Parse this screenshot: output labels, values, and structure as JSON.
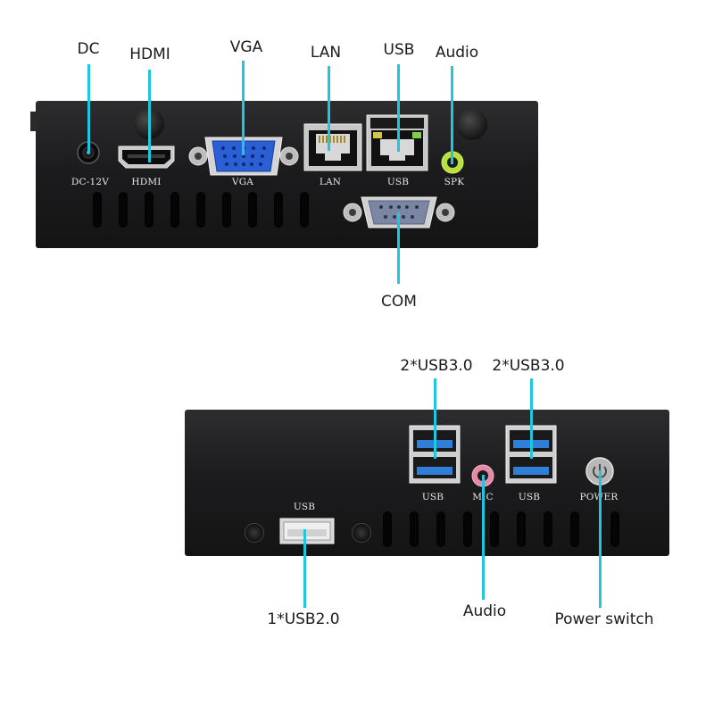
{
  "top_panel": {
    "callouts": {
      "dc": "DC",
      "hdmi": "HDMI",
      "vga": "VGA",
      "lan": "LAN",
      "usb": "USB",
      "audio": "Audio",
      "com": "COM"
    },
    "silkscreen": {
      "dc": "DC-12V",
      "hdmi": "HDMI",
      "vga": "VGA",
      "lan": "LAN",
      "usb": "USB",
      "spk": "SPK"
    }
  },
  "bottom_panel": {
    "callouts": {
      "usb3_left": "2*USB3.0",
      "usb3_right": "2*USB3.0",
      "usb2": "1*USB2.0",
      "audio": "Audio",
      "power": "Power switch"
    },
    "silkscreen": {
      "usb_front": "USB",
      "usb_left": "USB",
      "mic": "MIC",
      "usb_right": "USB",
      "power": "POWER"
    }
  },
  "colors": {
    "leader": "#1fc6dd",
    "usb3_blue": "#2f7fd8",
    "vga_blue": "#2a5fd6",
    "spk_green": "#b6e03a",
    "mic_pink": "#e58aa6"
  }
}
